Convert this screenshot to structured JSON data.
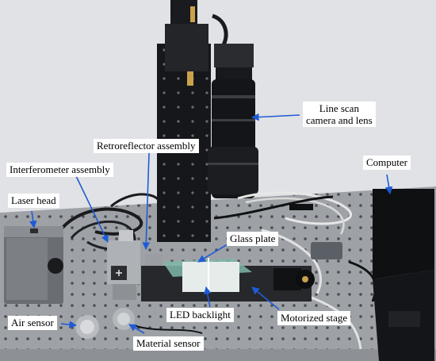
{
  "labels": {
    "line_scan": "Line scan\ncamera and lens",
    "retroreflector": "Retroreflector assembly",
    "interferometer": "Interferometer assembly",
    "computer": "Computer",
    "laser_head": "Laser head",
    "glass_plate": "Glass plate",
    "led_backlight": "LED backlight",
    "motorized_stage": "Motorized stage",
    "air_sensor": "Air sensor",
    "material_sensor": "Material sensor"
  },
  "colors": {
    "arrow": "#1f5bd6",
    "table": "#9a9ea3",
    "wall": "#e6e7e9"
  }
}
